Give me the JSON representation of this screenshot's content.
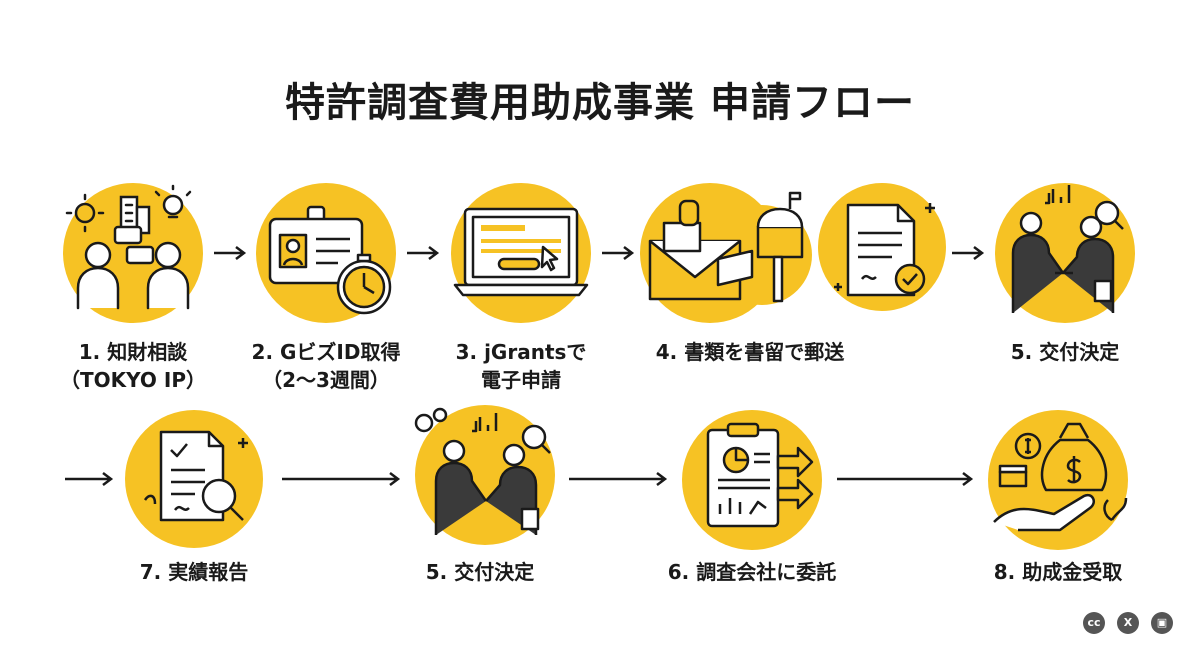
{
  "title": "特許調査費用助成事業 申請フロー",
  "row1": [
    {
      "line1": "1. 知財相談",
      "line2": "（TOKYO IP）",
      "icon": "consultation-icon"
    },
    {
      "line1": "2. GビズID取得",
      "line2": "（2〜3週間）",
      "icon": "id-card-timer-icon"
    },
    {
      "line1": "3. jGrantsで",
      "line2": "電子申請",
      "icon": "laptop-icon"
    },
    {
      "line1": "4. 書類を書留で郵送",
      "line2": "",
      "icon": "mail-icon"
    },
    {
      "line1": "5. 交付決定",
      "line2": "",
      "icon": "handshake-icon"
    }
  ],
  "row2": [
    {
      "line1": "7. 実績報告",
      "icon": "report-icon"
    },
    {
      "line1": "5. 交付決定",
      "icon": "handshake-icon"
    },
    {
      "line1": "6. 調査会社に委託",
      "icon": "clipboard-icon"
    },
    {
      "line1": "8. 助成金受取",
      "icon": "money-bag-icon"
    }
  ],
  "social": [
    "cc-icon",
    "x-icon",
    "share-icon"
  ],
  "colors": {
    "accent": "#f6c224",
    "ink": "#1a1a1a"
  }
}
